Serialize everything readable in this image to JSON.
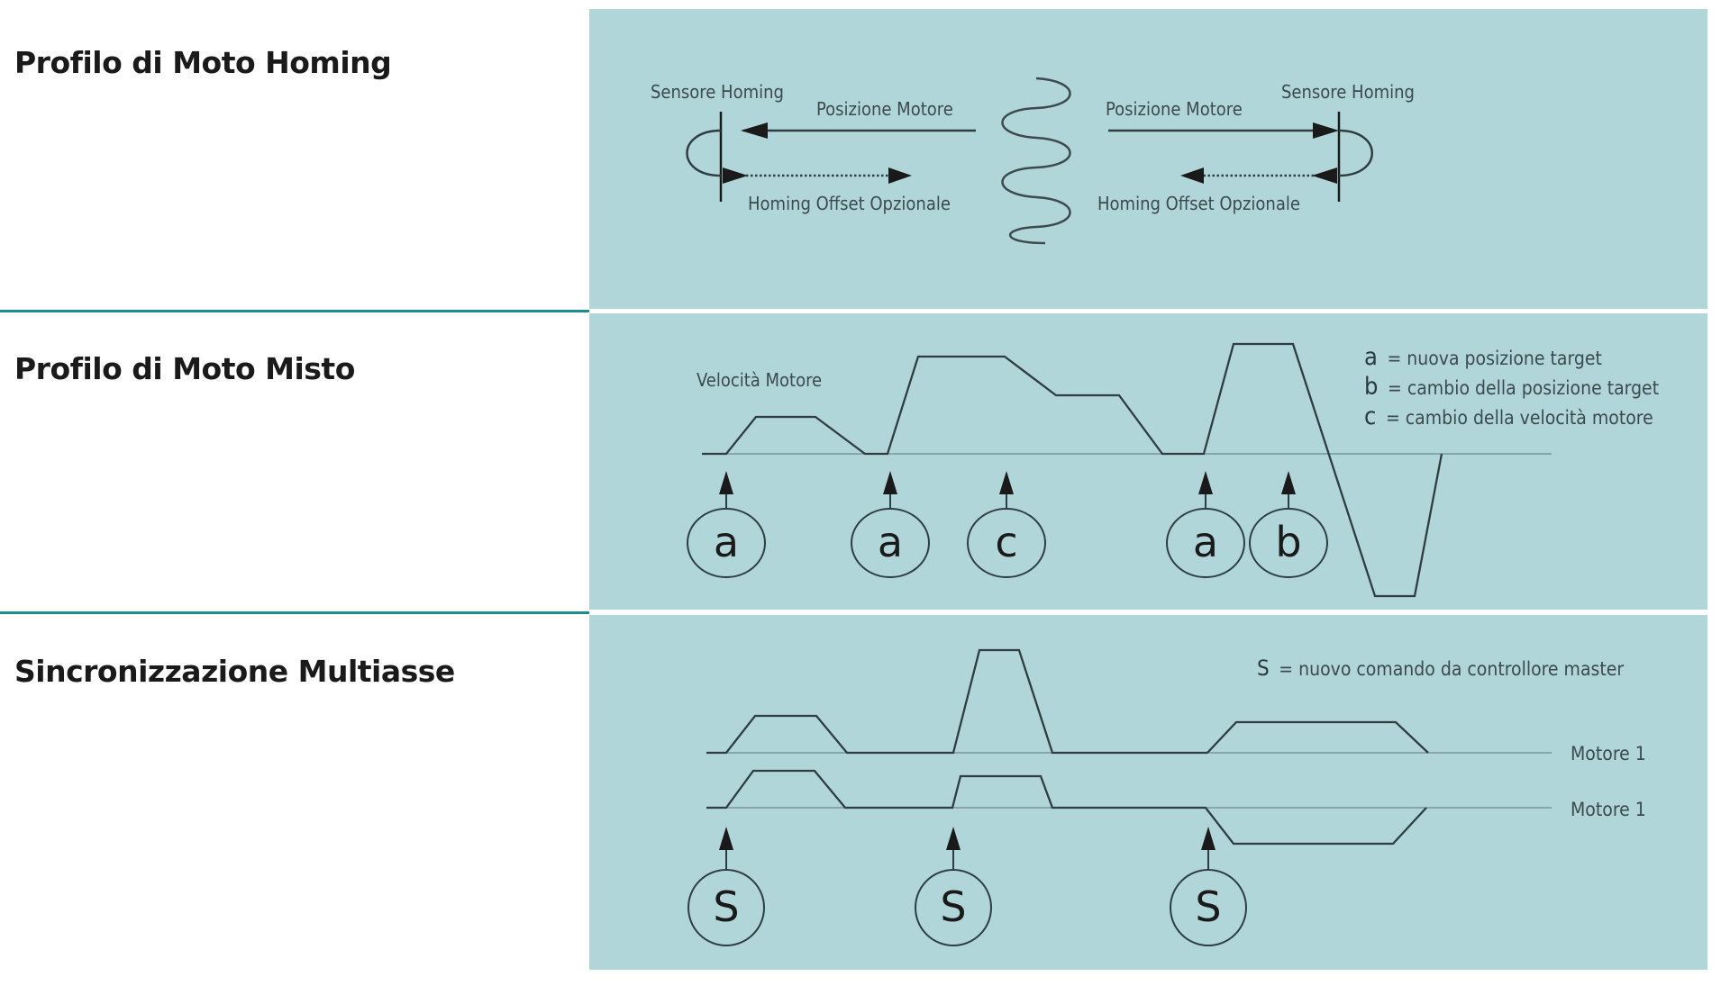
{
  "sections": [
    {
      "title": "Profilo di Moto Homing",
      "labels": {
        "sensor_left": "Sensore Homing",
        "position_left": "Posizione Motore",
        "offset_left": "Homing Offset Opzionale",
        "position_right": "Posizione Motore",
        "sensor_right": "Sensore Homing",
        "offset_right": "Homing Offset Opzionale"
      }
    },
    {
      "title": "Profilo di Moto Misto",
      "axis_label": "Velocità Motore",
      "markers": [
        "a",
        "a",
        "c",
        "a",
        "b"
      ],
      "legend": [
        {
          "key": "a",
          "text": "= nuova posizione target"
        },
        {
          "key": "b",
          "text": "= cambio della posizione target"
        },
        {
          "key": "c",
          "text": "= cambio della velocità motore"
        }
      ]
    },
    {
      "title": "Sincronizzazione Multiasse",
      "legend": [
        {
          "key": "S",
          "text": "= nuovo comando da controllore master"
        }
      ],
      "motor_labels": [
        "Motore 1",
        "Motore 1"
      ],
      "markers": [
        "S",
        "S",
        "S"
      ]
    }
  ],
  "colors": {
    "panel_bg": "#b1d6da",
    "separator": "#1b8e8f",
    "line": "#2e3d42",
    "text": "#3b4a4e",
    "title": "#1a1a1a"
  }
}
